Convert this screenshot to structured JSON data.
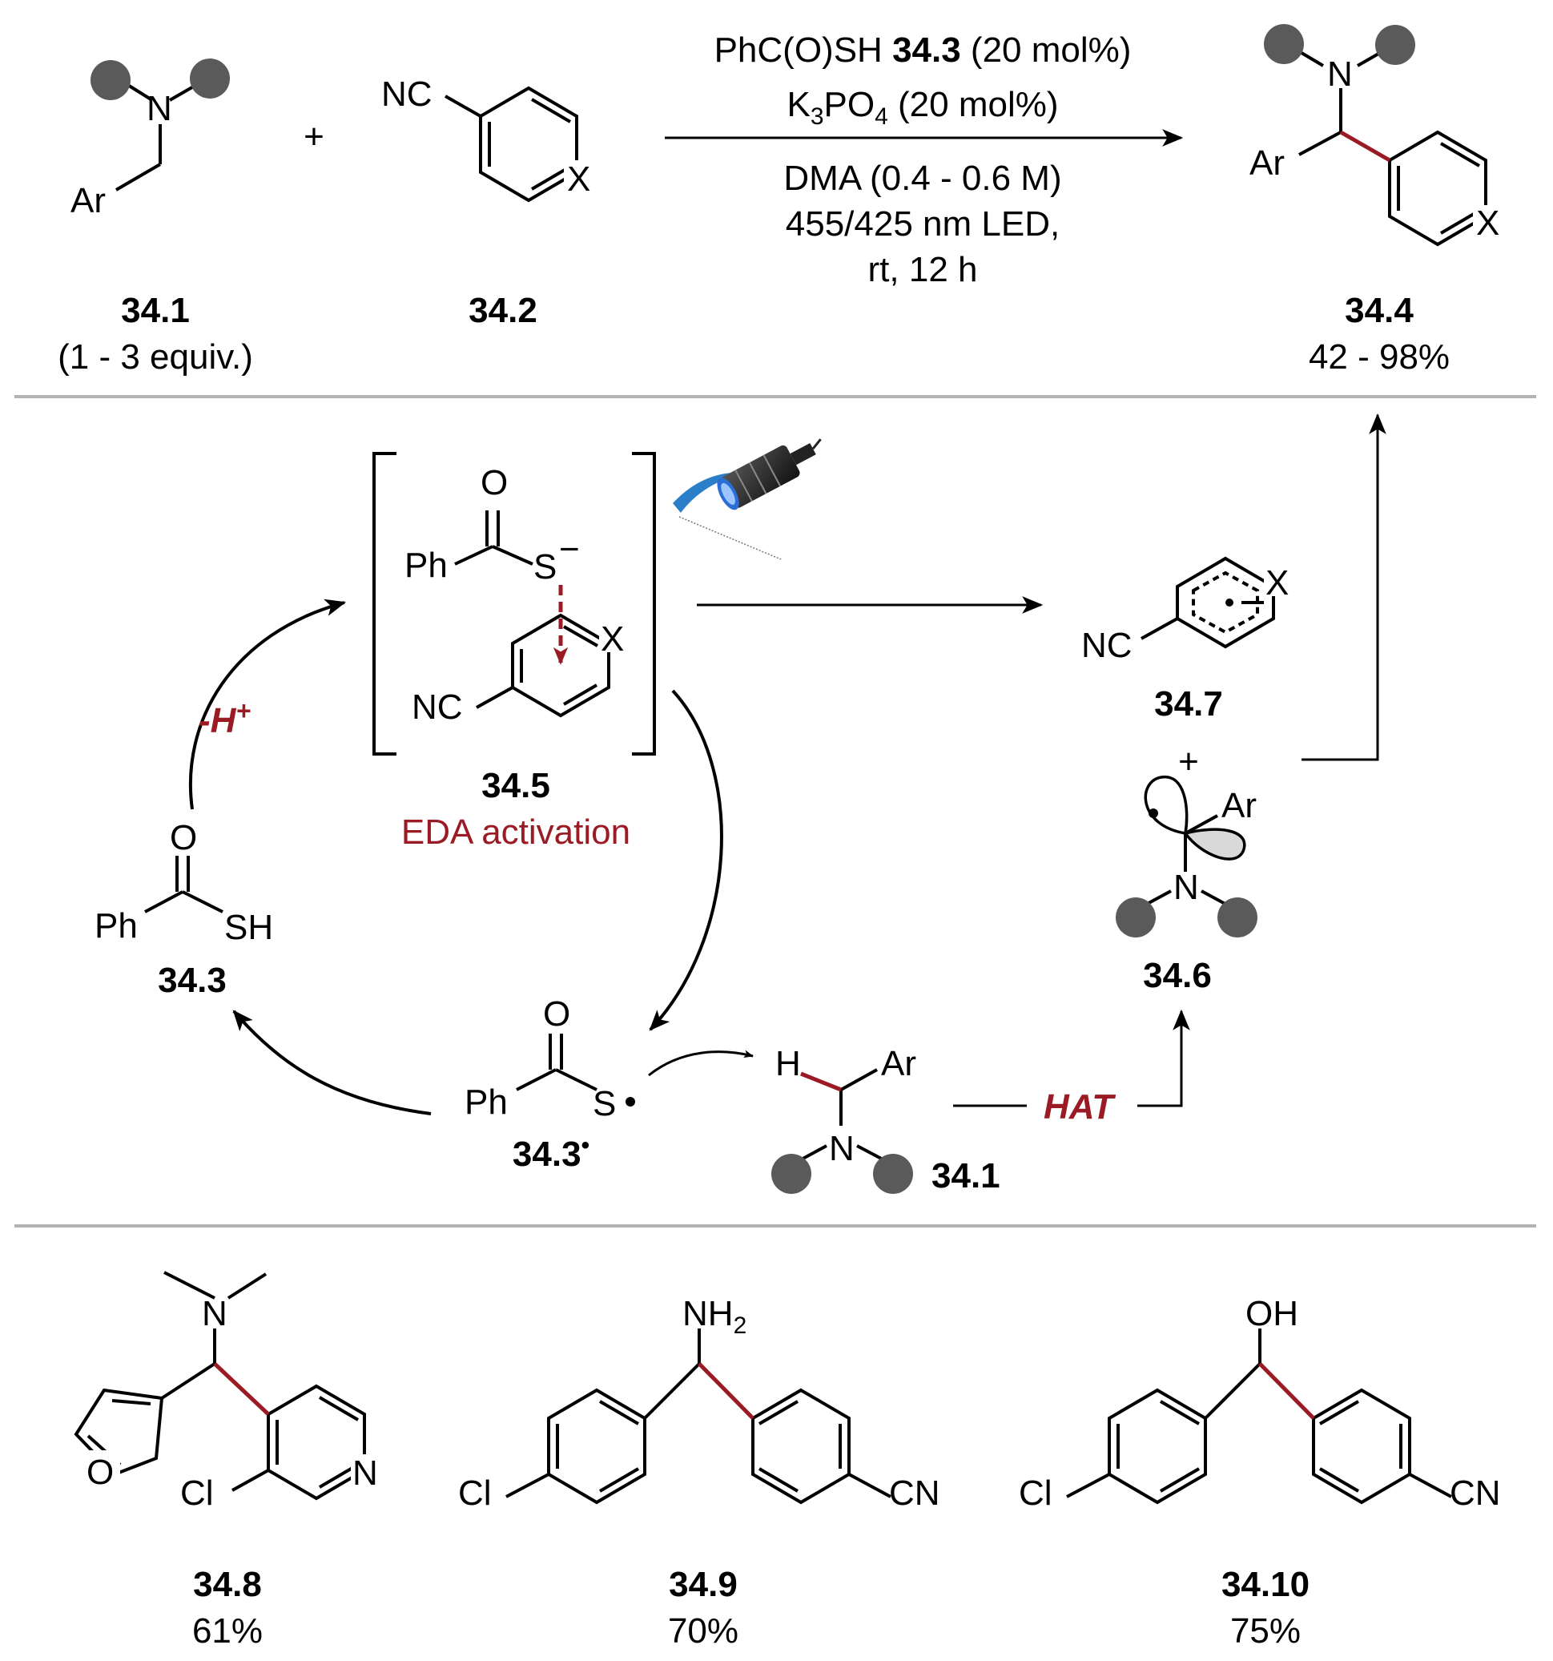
{
  "colors": {
    "accent_red": "#9b1b24",
    "divider": "#b3b3b3",
    "dot": "#5a5a5a",
    "bond": "#000000"
  },
  "reaction": {
    "reagent_line1_pre": "PhC(O)SH ",
    "reagent_line1_bold": "34.3",
    "reagent_line1_post": " (20 mol%)",
    "reagent_line2_k": "K",
    "reagent_line2_sub3": "3",
    "reagent_line2_po": "PO",
    "reagent_line2_sub4": "4",
    "reagent_line2_post": " (20 mol%)",
    "cond_line1": "DMA (0.4 - 0.6 M)",
    "cond_line2": "455/425 nm LED,",
    "cond_line3": "rt, 12 h",
    "plus": "+"
  },
  "compounds": {
    "c341": {
      "id": "34.1",
      "note": "(1 - 3 equiv.)"
    },
    "c342": {
      "id": "34.2"
    },
    "c344": {
      "id": "34.4",
      "yield": "42 - 98%"
    },
    "c345": {
      "id": "34.5",
      "caption": "EDA activation"
    },
    "c347": {
      "id": "34.7"
    },
    "c346": {
      "id": "34.6"
    },
    "c343": {
      "id": "34.3"
    },
    "c343rad": {
      "id": "34.3",
      "dot": "•"
    },
    "c341b": {
      "id": "34.1"
    }
  },
  "mechanism": {
    "deprotonation_prefix": "-H",
    "deprotonation_sup": "+",
    "hat": "HAT",
    "plus": "+"
  },
  "atoms": {
    "N": "N",
    "Ar": "Ar",
    "NC": "NC",
    "X": "X",
    "Ph": "Ph",
    "O": "O",
    "S": "S",
    "S_minus": "−",
    "SH": "SH",
    "H": "H",
    "Cl": "Cl",
    "CN": "CN",
    "NH": "NH",
    "NH_sub": "2",
    "OH": "OH",
    "radical": "•"
  },
  "examples": [
    {
      "id": "34.8",
      "yield": "61%"
    },
    {
      "id": "34.9",
      "yield": "70%"
    },
    {
      "id": "34.10",
      "yield": "75%"
    }
  ]
}
